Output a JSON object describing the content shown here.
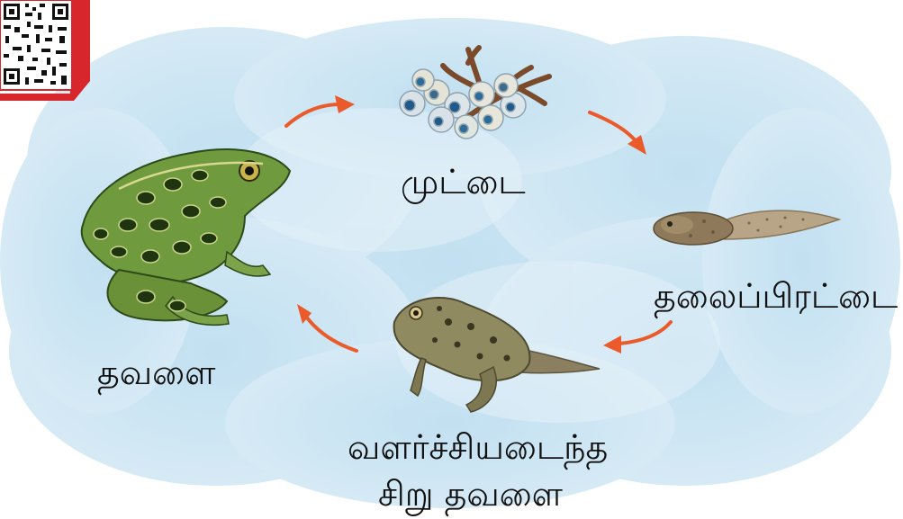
{
  "diagram": {
    "stages": {
      "egg": {
        "label": "முட்டை",
        "icon": "frog-eggs-icon"
      },
      "tadpole": {
        "label": "தலைப்பிரட்டை",
        "icon": "tadpole-icon"
      },
      "froglet": {
        "label_line1": "வளர்ச்சியடைந்த",
        "label_line2": "சிறு தவளை",
        "icon": "froglet-icon"
      },
      "frog": {
        "label": "தவளை",
        "icon": "adult-frog-icon"
      }
    },
    "colors": {
      "background_cloud": "#cfe6f4",
      "arrow": "#ea5a2a",
      "qr_accent": "#d7262c"
    }
  }
}
